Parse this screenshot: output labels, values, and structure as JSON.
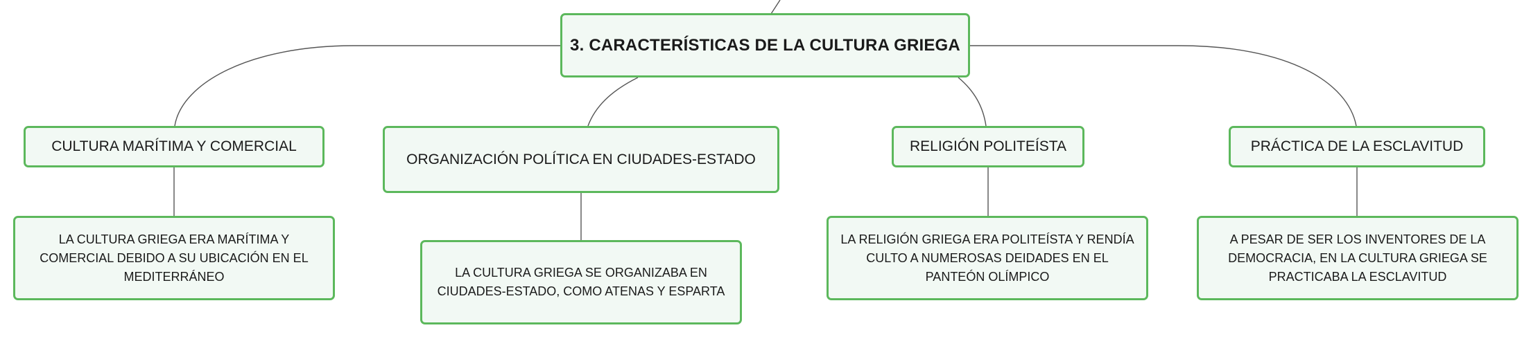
{
  "colors": {
    "node_border": "#5cb85c",
    "node_fill": "#f2f9f4",
    "connector": "#555555"
  },
  "root": {
    "label": "3. CARACTERÍSTICAS DE LA CULTURA GRIEGA"
  },
  "branches": [
    {
      "label": "CULTURA MARÍTIMA Y COMERCIAL",
      "detail": "LA CULTURA GRIEGA ERA MARÍTIMA Y COMERCIAL DEBIDO A SU UBICACIÓN EN EL MEDITERRÁNEO"
    },
    {
      "label": "ORGANIZACIÓN POLÍTICA EN CIUDADES-ESTADO",
      "detail": "LA CULTURA GRIEGA SE ORGANIZABA EN CIUDADES-ESTADO, COMO ATENAS Y ESPARTA"
    },
    {
      "label": "RELIGIÓN POLITEÍSTA",
      "detail": "LA RELIGIÓN GRIEGA ERA POLITEÍSTA Y RENDÍA CULTO A NUMEROSAS DEIDADES EN EL PANTEÓN OLÍMPICO"
    },
    {
      "label": "PRÁCTICA DE LA ESCLAVITUD",
      "detail": "A PESAR DE SER LOS INVENTORES DE LA DEMOCRACIA, EN LA CULTURA GRIEGA SE PRACTICABA LA ESCLAVITUD"
    }
  ]
}
